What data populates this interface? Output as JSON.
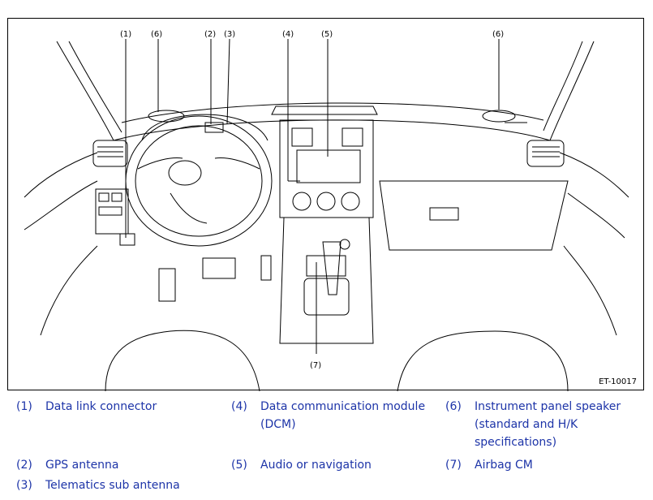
{
  "figure": {
    "figure_id": "ET-10017",
    "callouts": [
      "(1)",
      "(6)",
      "(2)",
      "(3)",
      "(4)",
      "(5)",
      "(6)",
      "(7)"
    ]
  },
  "legend": [
    {
      "num": "(1)",
      "text": "Data link connector"
    },
    {
      "num": "(2)",
      "text": "GPS antenna"
    },
    {
      "num": "(3)",
      "text": "Telematics sub antenna"
    },
    {
      "num": "(4)",
      "text_lines": [
        "Data communication module",
        "(DCM)"
      ]
    },
    {
      "num": "(5)",
      "text": "Audio or navigation"
    },
    {
      "num": "(6)",
      "text_lines": [
        "Instrument panel speaker",
        "(standard and H/K",
        "specifications)"
      ]
    },
    {
      "num": "(7)",
      "text": "Airbag CM"
    }
  ],
  "colors": {
    "legend_text": "#1d34a8",
    "line_art": "#000000"
  }
}
